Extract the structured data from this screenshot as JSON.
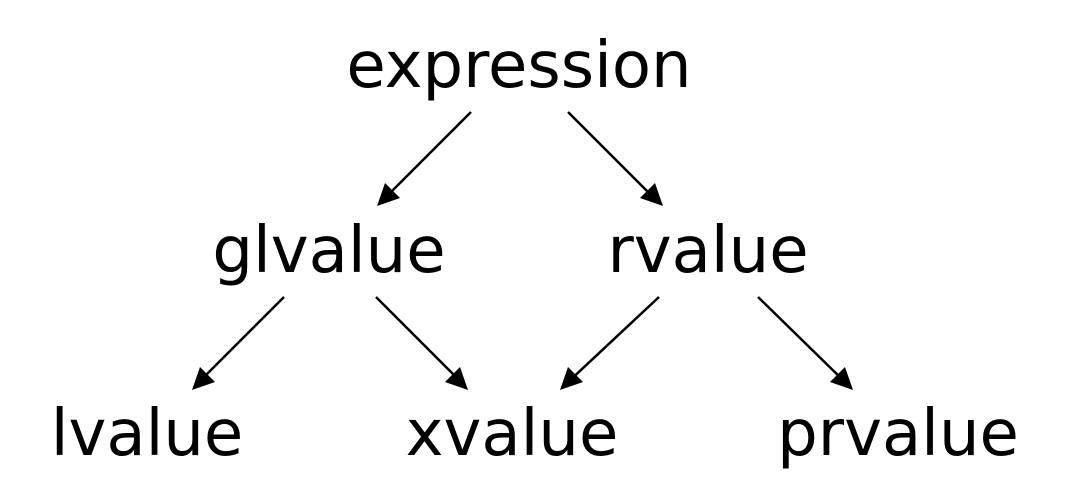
{
  "nodes": {
    "expression": "expression",
    "glvalue": "glvalue",
    "rvalue": "rvalue",
    "lvalue": "lvalue",
    "xvalue": "xvalue",
    "prvalue": "prvalue"
  },
  "edges": [
    {
      "from": "expression",
      "to": "glvalue"
    },
    {
      "from": "expression",
      "to": "rvalue"
    },
    {
      "from": "glvalue",
      "to": "lvalue"
    },
    {
      "from": "glvalue",
      "to": "xvalue"
    },
    {
      "from": "rvalue",
      "to": "xvalue"
    },
    {
      "from": "rvalue",
      "to": "prvalue"
    }
  ],
  "colors": {
    "text": "#000000",
    "arrow": "#000000",
    "background": "#ffffff"
  }
}
